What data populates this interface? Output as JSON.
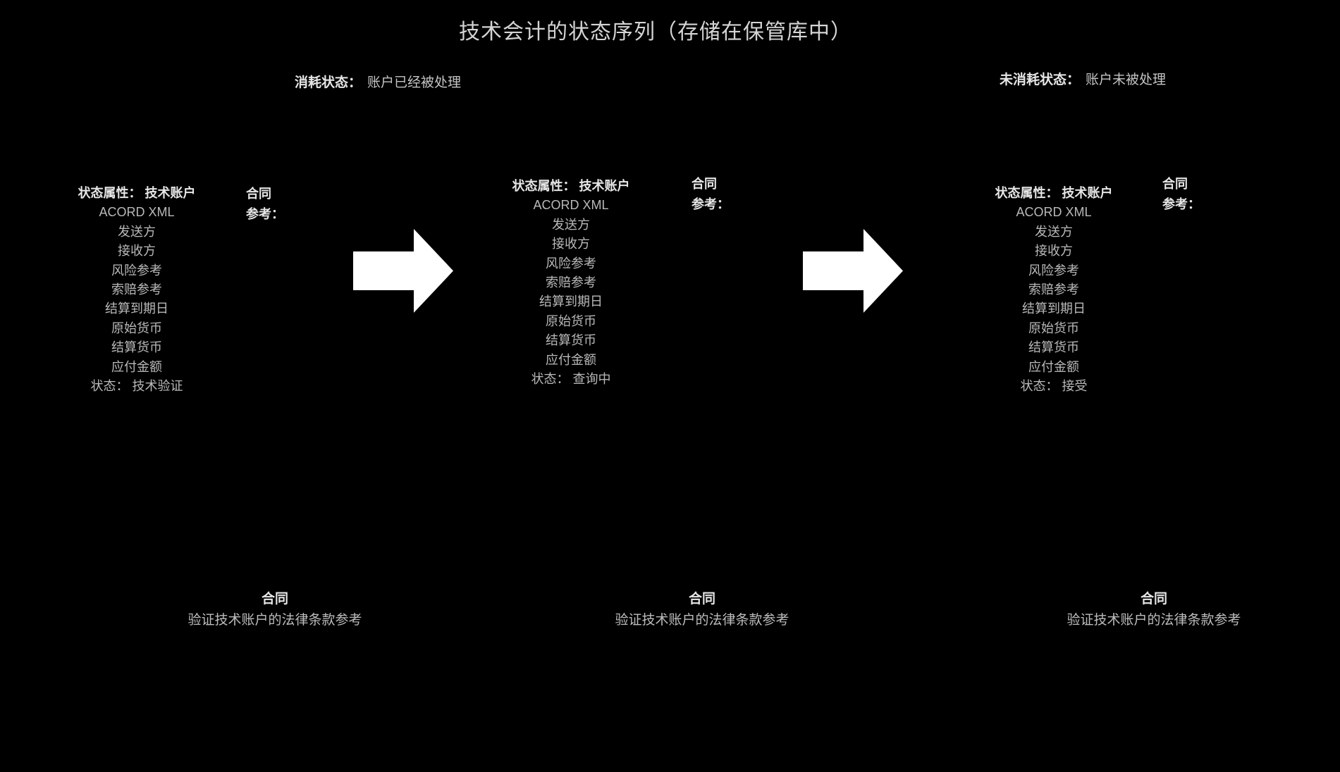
{
  "colors": {
    "background": "#000000",
    "text": "#bfbfbf",
    "bold_text": "#e6e6e6",
    "title_text": "#d4d4d4",
    "arrow": "#ffffff"
  },
  "title": "技术会计的状态序列（存储在保管库中）",
  "legend": {
    "consumed_label": "消耗状态：",
    "consumed_value": "账户已经被处理",
    "unconsumed_label": "未消耗状态：",
    "unconsumed_value": "账户未被处理"
  },
  "contract_ref": {
    "line1": "合同",
    "line2": "参考："
  },
  "states": [
    {
      "attr_label": "状态属性：",
      "attr_value": "技术账户",
      "fields": [
        "ACORD XML",
        "发送方",
        "接收方",
        "风险参考",
        "索赔参考",
        "结算到期日",
        "原始货币",
        "结算货币",
        "应付金额"
      ],
      "status_label": "状态：",
      "status_value": "技术验证",
      "footer_title": "合同",
      "footer_text": "验证技术账户的法律条款参考"
    },
    {
      "attr_label": "状态属性：",
      "attr_value": "技术账户",
      "fields": [
        "ACORD XML",
        "发送方",
        "接收方",
        "风险参考",
        "索赔参考",
        "结算到期日",
        "原始货币",
        "结算货币",
        "应付金额"
      ],
      "status_label": "状态：",
      "status_value": "查询中",
      "footer_title": "合同",
      "footer_text": "验证技术账户的法律条款参考"
    },
    {
      "attr_label": "状态属性：",
      "attr_value": "技术账户",
      "fields": [
        "ACORD XML",
        "发送方",
        "接收方",
        "风险参考",
        "索赔参考",
        "结算到期日",
        "原始货币",
        "结算货币",
        "应付金额"
      ],
      "status_label": "状态：",
      "status_value": "接受",
      "footer_title": "合同",
      "footer_text": "验证技术账户的法律条款参考"
    }
  ]
}
